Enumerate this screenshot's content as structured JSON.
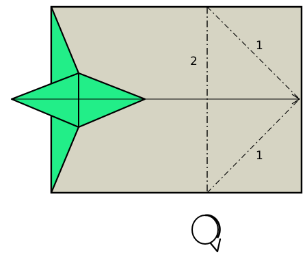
{
  "diagram": {
    "colors": {
      "paper": "#d6d4c3",
      "flap": "#22ee88",
      "outline": "#000000",
      "background": "#ffffff"
    },
    "fold_labels": {
      "diagonal_top": "1",
      "vertical": "2",
      "diagonal_bottom": "1"
    },
    "icons": {
      "turn_over": "rotate-arrow-icon"
    }
  }
}
